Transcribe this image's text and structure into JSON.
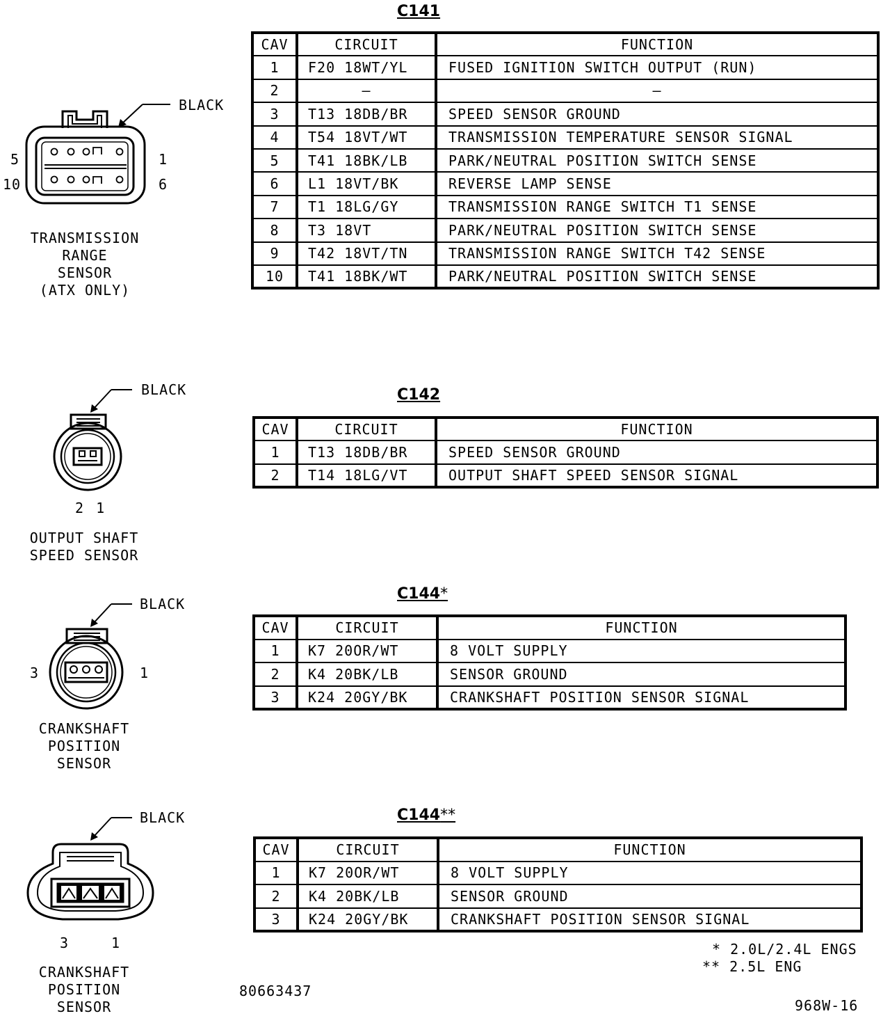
{
  "tables": [
    {
      "id": "c141",
      "title": "C141",
      "title_suffix": "",
      "headers": [
        "CAV",
        "CIRCUIT",
        "FUNCTION"
      ],
      "rows": [
        [
          "1",
          "F20 18WT/YL",
          "FUSED IGNITION SWITCH OUTPUT (RUN)"
        ],
        [
          "2",
          "–",
          "–"
        ],
        [
          "3",
          "T13 18DB/BR",
          "SPEED SENSOR GROUND"
        ],
        [
          "4",
          "T54 18VT/WT",
          "TRANSMISSION TEMPERATURE SENSOR SIGNAL"
        ],
        [
          "5",
          "T41 18BK/LB",
          "PARK/NEUTRAL POSITION SWITCH SENSE"
        ],
        [
          "6",
          "L1 18VT/BK",
          "REVERSE LAMP SENSE"
        ],
        [
          "7",
          "T1 18LG/GY",
          "TRANSMISSION RANGE SWITCH T1 SENSE"
        ],
        [
          "8",
          "T3 18VT",
          "PARK/NEUTRAL POSITION SWITCH SENSE"
        ],
        [
          "9",
          "T42 18VT/TN",
          "TRANSMISSION RANGE SWITCH T42 SENSE"
        ],
        [
          "10",
          "T41 18BK/WT",
          "PARK/NEUTRAL POSITION SWITCH SENSE"
        ]
      ]
    },
    {
      "id": "c142",
      "title": "C142",
      "title_suffix": "",
      "headers": [
        "CAV",
        "CIRCUIT",
        "FUNCTION"
      ],
      "rows": [
        [
          "1",
          "T13 18DB/BR",
          "SPEED SENSOR GROUND"
        ],
        [
          "2",
          "T14 18LG/VT",
          "OUTPUT SHAFT SPEED SENSOR SIGNAL"
        ]
      ]
    },
    {
      "id": "c144a",
      "title": "C144",
      "title_suffix": "*",
      "headers": [
        "CAV",
        "CIRCUIT",
        "FUNCTION"
      ],
      "rows": [
        [
          "1",
          "K7 20OR/WT",
          "8 VOLT SUPPLY"
        ],
        [
          "2",
          "K4 20BK/LB",
          "SENSOR GROUND"
        ],
        [
          "3",
          "K24 20GY/BK",
          "CRANKSHAFT POSITION SENSOR SIGNAL"
        ]
      ]
    },
    {
      "id": "c144b",
      "title": "C144",
      "title_suffix": "**",
      "headers": [
        "CAV",
        "CIRCUIT",
        "FUNCTION"
      ],
      "rows": [
        [
          "1",
          "K7 20OR/WT",
          "8 VOLT SUPPLY"
        ],
        [
          "2",
          "K4 20BK/LB",
          "SENSOR GROUND"
        ],
        [
          "3",
          "K24 20GY/BK",
          "CRANKSHAFT POSITION SENSOR SIGNAL"
        ]
      ]
    }
  ],
  "connectors": {
    "trs": {
      "color_label": "BLACK",
      "pin_labels": [
        "5",
        "1",
        "10",
        "6"
      ],
      "name_lines": [
        "TRANSMISSION",
        "RANGE",
        "SENSOR",
        "(ATX ONLY)"
      ]
    },
    "oss": {
      "color_label": "BLACK",
      "pin_labels": [
        "2 1"
      ],
      "name_lines": [
        "OUTPUT SHAFT",
        "SPEED SENSOR"
      ]
    },
    "ckp1": {
      "color_label": "BLACK",
      "pin_labels": [
        "3",
        "1"
      ],
      "name_lines": [
        "CRANKSHAFT",
        "POSITION",
        "SENSOR"
      ]
    },
    "ckp2": {
      "color_label": "BLACK",
      "pin_labels": [
        "3",
        "1"
      ],
      "name_lines": [
        "CRANKSHAFT",
        "POSITION",
        "SENSOR"
      ]
    }
  },
  "notes": [
    "* 2.0L/2.4L ENGS",
    "** 2.5L ENG"
  ],
  "part_number": "80663437",
  "figure_id": "968W-16"
}
